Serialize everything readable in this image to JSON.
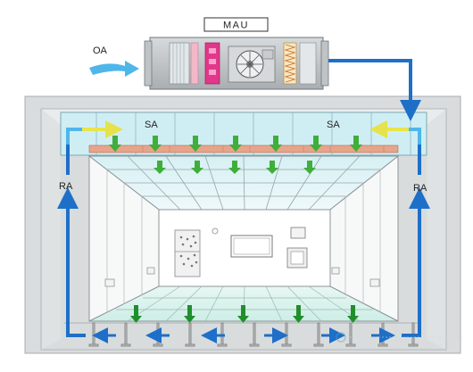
{
  "labels": {
    "mau": "MAU",
    "oa": "OA",
    "sa_left": "SA",
    "sa_right": "SA",
    "ra_left": "RA",
    "ra_right": "RA"
  },
  "colors": {
    "return_air": "#1e6fc8",
    "outdoor_air": "#4fb6ea",
    "supply_air": "#3fae3a",
    "floor_air": "#1d8f2a",
    "filter_panel": "#b9e6ee",
    "hepa": "#e39a7c",
    "frame": "#8e9599"
  },
  "icons": [
    "fan-icon",
    "coil-icon",
    "filter-icon",
    "heater-icon",
    "wall-logo-icon"
  ]
}
